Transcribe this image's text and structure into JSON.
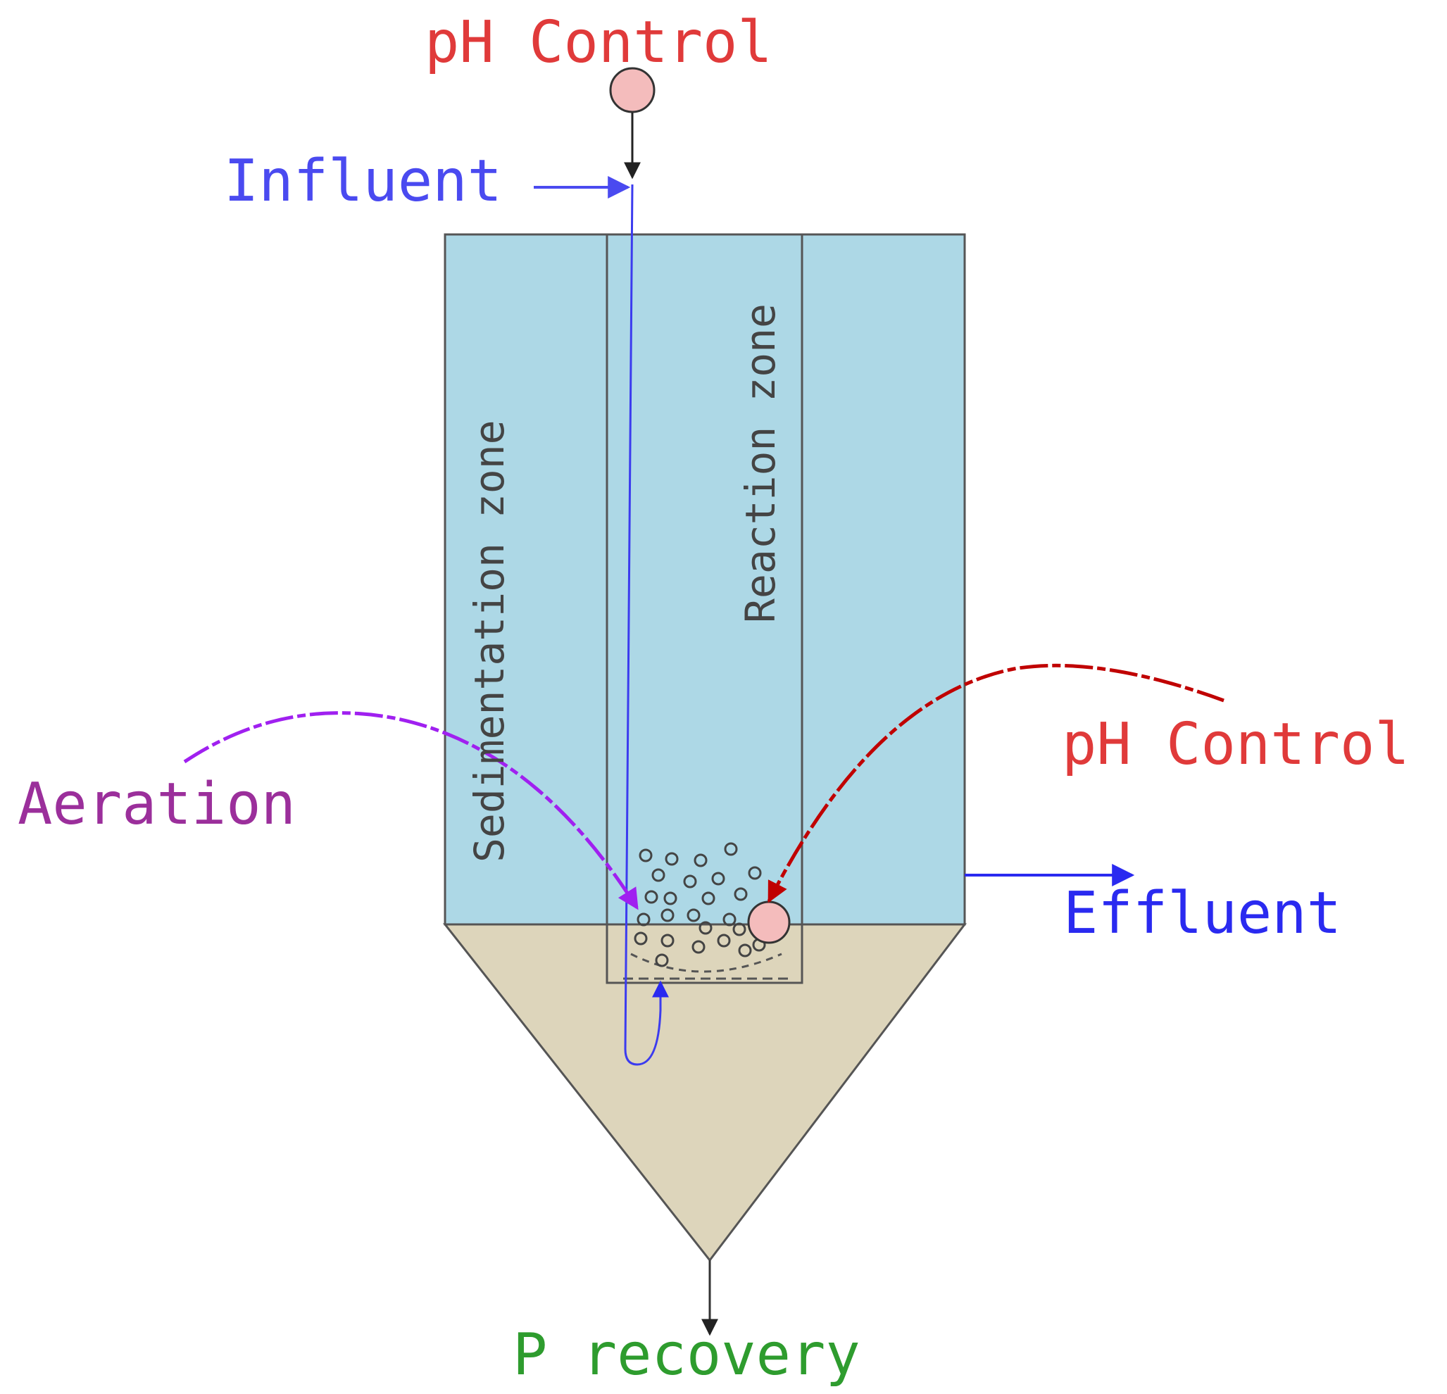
{
  "labels": {
    "ph_control_top": "pH Control",
    "influent": "Influent",
    "sedimentation_zone": "Sedimentation zone",
    "reaction_zone": "Reaction zone",
    "aeration": "Aeration",
    "ph_control_right": "pH Control",
    "effluent": "Effluent",
    "p_recovery": "P recovery"
  },
  "colors": {
    "ph_control": "#e03a3a",
    "ph_control_dark": "#c00000",
    "influent": "#4a4af0",
    "effluent": "#2a2af0",
    "aeration": "#9b2f9b",
    "aeration_arrow": "#a020f0",
    "p_recovery": "#2e9c2e",
    "water": "#add8e6",
    "sludge": "#ddd5bb",
    "dosing_point": "#f4bcbc"
  }
}
